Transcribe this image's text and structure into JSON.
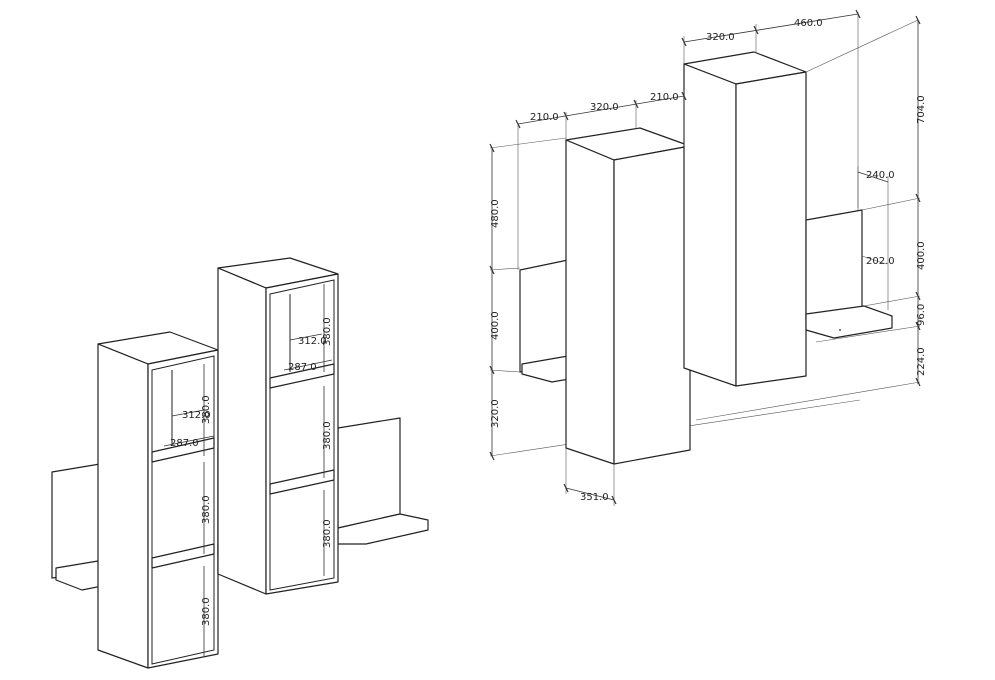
{
  "left_view": {
    "dims": {
      "a_380_1": "380.0",
      "a_380_2": "380.0",
      "a_380_3": "380.0",
      "a_312": "312.0",
      "a_287": "287.0",
      "b_380_1": "380.0",
      "b_380_2": "380.0",
      "b_380_3": "380.0",
      "b_312": "312.0",
      "b_287": "287.0"
    }
  },
  "right_view": {
    "dims": {
      "w_210_a": "210.0",
      "w_320_a": "320.0",
      "w_210_b": "210.0",
      "w_320_b": "320.0",
      "w_460": "460.0",
      "h_480": "480.0",
      "h_400_a": "400.0",
      "h_320": "320.0",
      "h_704": "704.0",
      "h_400_b": "400.0",
      "h_96": "96.0",
      "h_224": "224.0",
      "d_240": "240.0",
      "d_202": "202.0",
      "d_351": "351.0"
    }
  }
}
